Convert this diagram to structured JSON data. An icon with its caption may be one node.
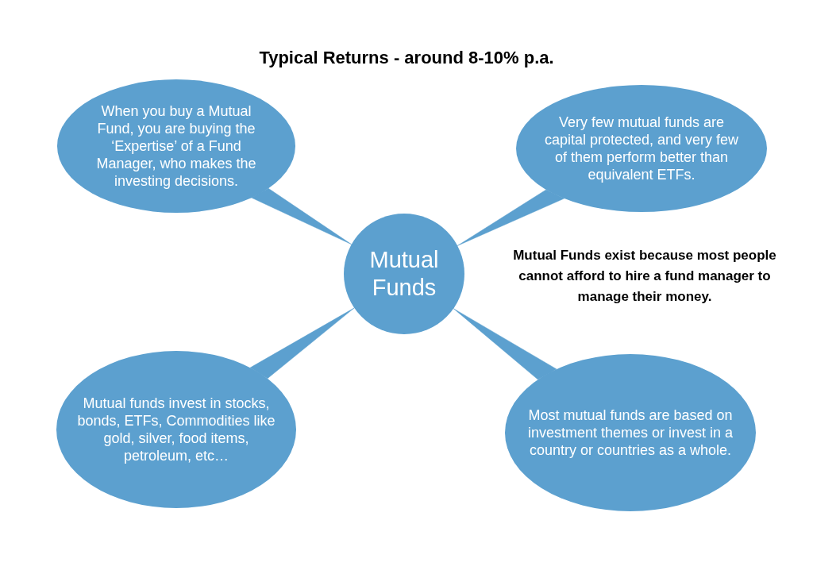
{
  "diagram": {
    "title": "Typical Returns - around 8-10% p.a.",
    "nodes": [
      {
        "text": [
          "When you buy a Mutual Fund, you are buying the ‘Expertise’ of a Fund Manager, who makes the investing decisions."
        ]
      },
      {
        "text": [
          "Very few mutual funds are capital protected, and very few of them perform better than equivalent ETFs."
        ]
      },
      {
        "text": [
          "Mutual Funds"
        ]
      },
      {
        "text": [
          "Mutual funds invest in stocks, bonds, ETFs, Commodities like gold, silver, food items, petroleum, etc…"
        ]
      },
      {
        "text": [
          "Most mutual funds are based on investment themes or invest in a country or countries as a whole."
        ]
      }
    ],
    "edges": [
      {
        "from": 0,
        "to": 2,
        "arrow": "none"
      },
      {
        "from": 1,
        "to": 2,
        "arrow": "none"
      },
      {
        "from": 3,
        "to": 2,
        "arrow": "none"
      },
      {
        "from": 4,
        "to": 2,
        "arrow": "none"
      }
    ],
    "labels": [
      "Mutual Funds exist because most people cannot afford to hire a fund manager to manage their money."
    ]
  }
}
